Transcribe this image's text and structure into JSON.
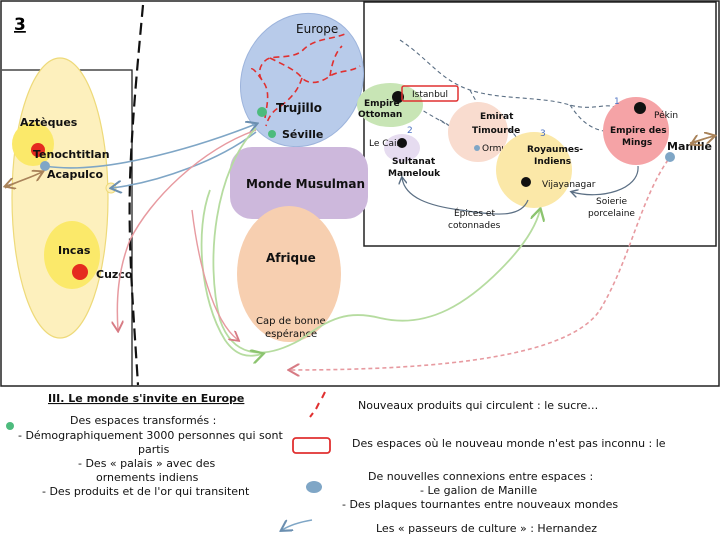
{
  "slide_number": "3",
  "map": {
    "europe": "Europe",
    "trujillo": "Trujillo",
    "seville": "Séville",
    "monde_musulman": "Monde Musulman",
    "afrique": "Afrique",
    "cap_line1": "Cap de bonne",
    "cap_line2": "espérance",
    "azteques": "Aztèques",
    "tenochtitlan": "Tenochtitlan",
    "acapulco": "Acapulco",
    "incas": "Incas",
    "cuzco": "Cuzco",
    "empire_ottoman_1": "Empire",
    "empire_ottoman_2": "Ottoman",
    "istanbul": "Istanbul",
    "le_caire": "Le Caire",
    "sultanat_1": "Sultanat",
    "sultanat_2": "Mamelouk",
    "emirat_1": "Emirat",
    "emirat_2": "Timourde",
    "ormuz": "Ormuz",
    "royaumes_1": "Royaumes-",
    "royaumes_2": "Indiens",
    "vijayanagar": "Vijayanagar",
    "epices_1": "Épices et",
    "epices_2": "cotonnades",
    "soierie_1": "Soierie",
    "soierie_2": "porcelaine",
    "pekin": "Pékin",
    "empire_mings_1": "Empire des",
    "empire_mings_2": "Mings",
    "manille": "Manille",
    "num_1": "1",
    "num_2": "2",
    "num_3": "3"
  },
  "legend": {
    "title": "III. Le monde s'invite en Europe",
    "col1": [
      "Des espaces transformés :",
      "- Démographiquement 3000 personnes qui sont",
      "partis",
      "- Des « palais » avec des",
      "ornements indiens",
      "- Des produits et de l'or qui transitent"
    ],
    "red_dash": "Nouveaux produits qui circulent : le sucre…",
    "red_box": "Des espaces où le nouveau monde n'est pas inconnu : le",
    "connections": "De nouvelles connexions entre espaces :",
    "galion": "- Le galion de Manille",
    "plaques": "- Des plaques tournantes entre nouveaux mondes",
    "passeurs": "Les « passeurs de culture » : Hernandez"
  },
  "colors": {
    "europe": "#b8cbea",
    "musulman": "#cdb8dc",
    "afrique": "#f7cfb0",
    "america": "#fdf0bd",
    "america_inner": "#fbe96a",
    "red": "#e03030",
    "blue_arrow": "#7fa6c6",
    "green_arrow": "#b6dca0",
    "pink_arrow": "#e79aa0"
  }
}
